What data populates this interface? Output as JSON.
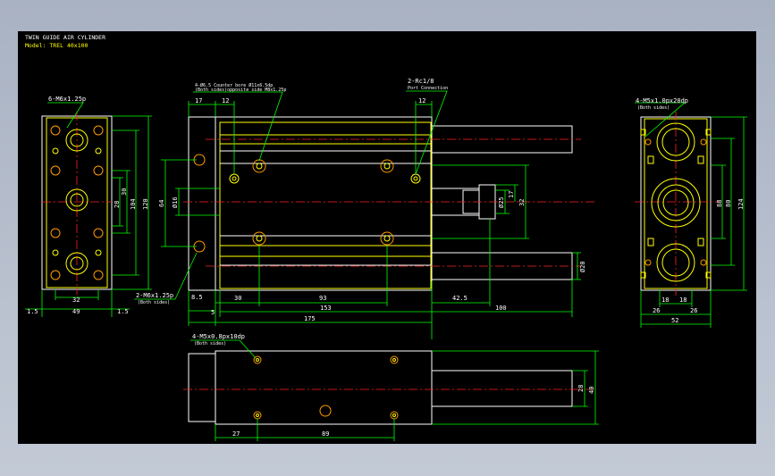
{
  "title": {
    "line1": "TWIN GUIDE AIR CYLINDER",
    "line2": "Model: TREL 40x100"
  },
  "front_view": {
    "holes": "6-M6x1.25p",
    "dims": [
      "32",
      "49",
      "1.5",
      "1.5",
      "120",
      "104",
      "30",
      "28"
    ]
  },
  "side_view": {
    "callout_top": "4-Ø6.5  Counter bore Ø11x6.5dp",
    "callout_top2": "(Both sides)opposite side M8x1.25p",
    "port": "2-Rc1/8",
    "port_sub": "Port Connection",
    "callout_bottom": "2-M6x1.25p",
    "callout_bottom_sub": "(Both sides)",
    "dims": {
      "d17": "17",
      "d12": "12",
      "d12b": "12",
      "d64": "64",
      "d16": "Ø16",
      "d85": "8.5",
      "d5": "5",
      "d30": "30",
      "d93": "93",
      "d153": "153",
      "d175": "175",
      "d425": "42.5",
      "d100": "100",
      "d25": "Ø25",
      "d17b": "17",
      "d32": "32",
      "d20": "Ø20"
    }
  },
  "end_view": {
    "callout": "4-M5x1.0px20dp",
    "callout_sub": "(Both sides)",
    "dims": [
      "18",
      "18",
      "26",
      "26",
      "52",
      "88",
      "80",
      "124"
    ]
  },
  "bottom_view": {
    "callout": "4-M5x0.8px10dp",
    "callout_sub": "(Both sides)",
    "dims": [
      "27",
      "89",
      "28",
      "40"
    ]
  }
}
